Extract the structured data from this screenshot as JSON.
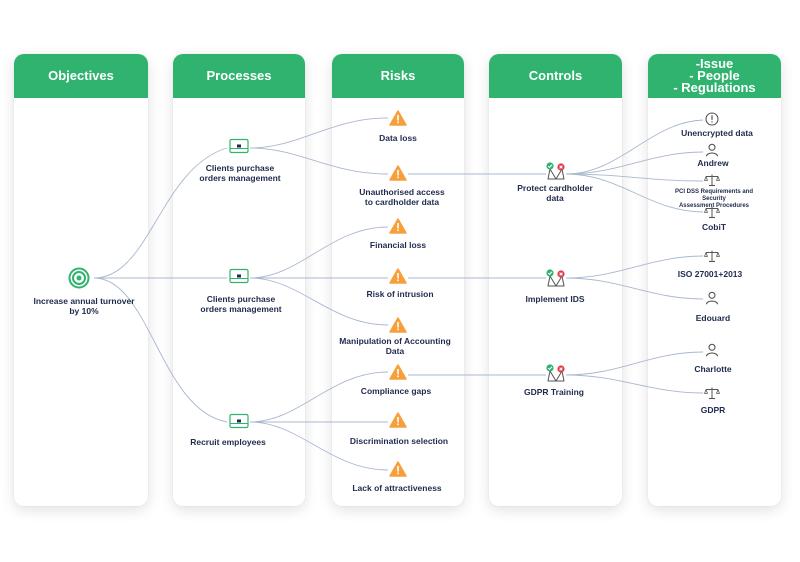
{
  "columns": {
    "objectives": "Objectives",
    "processes": "Processes",
    "risks": "Risks",
    "controls": "Controls",
    "issues": "-Issue\n- People\n- Regulations"
  },
  "objective": {
    "label": "Increase annual turnover\nby 10%",
    "icon": "target-icon"
  },
  "processes": [
    {
      "label": "Clients purchase\norders management",
      "icon": "process-icon"
    },
    {
      "label": "Clients purchase\norders management",
      "icon": "process-icon"
    },
    {
      "label": "Recruit employees",
      "icon": "process-icon"
    }
  ],
  "risks": [
    {
      "label": "Data loss",
      "icon": "warning-icon"
    },
    {
      "label": "Unauthorised access\nto cardholder data",
      "icon": "warning-icon"
    },
    {
      "label": "Financial loss",
      "icon": "warning-icon"
    },
    {
      "label": "Risk of intrusion",
      "icon": "warning-icon"
    },
    {
      "label": "Manipulation of Accounting\nData",
      "icon": "warning-icon"
    },
    {
      "label": "Compliance gaps",
      "icon": "warning-icon"
    },
    {
      "label": "Discrimination selection",
      "icon": "warning-icon"
    },
    {
      "label": "Lack of attractiveness",
      "icon": "warning-icon"
    }
  ],
  "controls": [
    {
      "label": "Protect cardholder\ndata",
      "icon": "control-check-cross-icon"
    },
    {
      "label": "Implement IDS",
      "icon": "control-check-cross-icon"
    },
    {
      "label": "GDPR Training",
      "icon": "control-check-cross-icon"
    }
  ],
  "issues": [
    {
      "label": "Unencrypted data",
      "icon": "issue-icon"
    },
    {
      "label": "Andrew",
      "icon": "person-icon"
    },
    {
      "label": "PCI DSS Requirements and Security\nAssessment Procedures",
      "icon": "scales-icon"
    },
    {
      "label": "CobiT",
      "icon": "scales-icon"
    },
    {
      "label": "ISO 27001+2013",
      "icon": "scales-icon"
    },
    {
      "label": "Edouard",
      "icon": "person-icon"
    },
    {
      "label": "Charlotte",
      "icon": "person-icon"
    },
    {
      "label": "GDPR",
      "icon": "scales-icon"
    }
  ],
  "colors": {
    "header": "#2fb36f",
    "label": "#1f2b4d",
    "link": "#a9b8cf",
    "warning": "#f7a03b",
    "check": "#2fb36f",
    "cross": "#e23b4b",
    "icon_gray": "#555555"
  }
}
